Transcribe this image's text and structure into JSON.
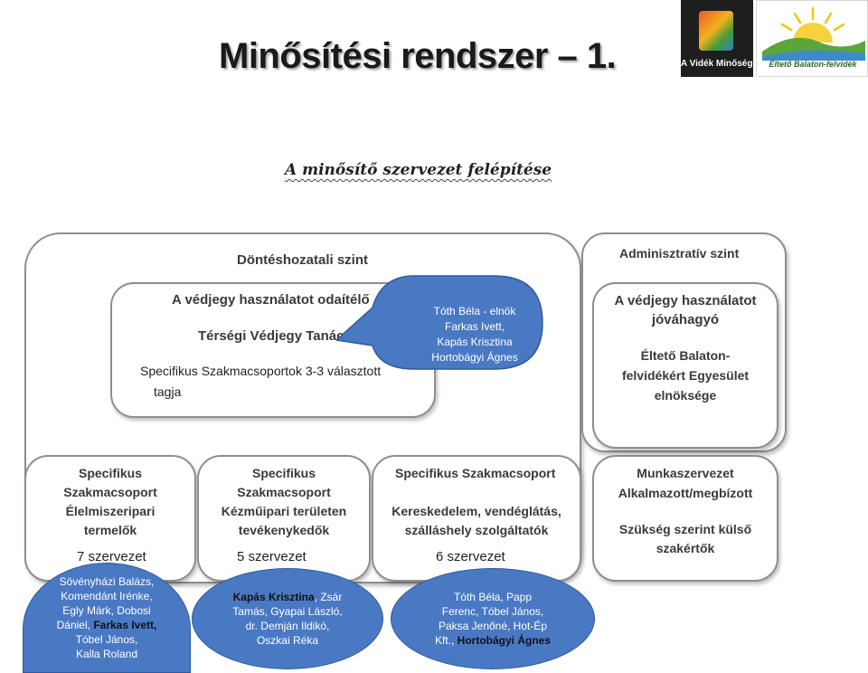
{
  "slide": {
    "title": "Minősítési rendszer – 1."
  },
  "logos": {
    "left_label": "A Vidék Minősége",
    "right_label": "Éltető Balaton-felvidék"
  },
  "diagram": {
    "title": "A minősítő szervezet felépítése",
    "decision_level": {
      "heading": "Döntéshozatali szint",
      "inner": {
        "line1": "A védjegy használatot odaítélő",
        "line2": "Térségi Védjegy Tanács",
        "line3": "Specifikus Szakmacsoportok 3-3 választott",
        "line4": "tagja"
      }
    },
    "admin_level": {
      "heading": "Adminisztratív szint",
      "inner": {
        "line1": "A védjegy használatot",
        "line2": "jóváhagyó",
        "line3": "Éltető Balaton-",
        "line4": "felvidékért Egyesület",
        "line5": "elnöksége"
      }
    },
    "callout": {
      "line1": "Tóth Béla - elnök",
      "line2": "Farkas Ivett,",
      "line3": "Kapás Krisztina",
      "line4": "Hortobágyi Ágnes"
    },
    "groups": [
      {
        "line1": "Specifikus",
        "line2": "Szakmacsoport",
        "line3": "Élelmiszeripari",
        "line4": "termelők",
        "count": "7 szervezet"
      },
      {
        "line1": "Specifikus",
        "line2": "Szakmacsoport",
        "line3": "Kézműipari területen",
        "line4": "tevékenykedők",
        "count": "5 szervezet"
      },
      {
        "line1": "Specifikus Szakmacsoport",
        "line2": "Kereskedelem, vendéglátás,",
        "line3": "szálláshely szolgáltatók",
        "count": "6 szervezet"
      }
    ],
    "workgroup": {
      "line1": "Munkaszervezet",
      "line2": "Alkalmazott/megbízott",
      "line3": "Szükség szerint külső",
      "line4": "szakértők"
    },
    "members": {
      "group1": {
        "l1": "Sövényházi Balázs,",
        "l2": "Komendánt Irénke,",
        "l3": "Egly Márk, Dobosi",
        "l4a": "Dániel, ",
        "l4b": "Farkas Ivett,",
        "l5": "Tóbel János,",
        "l6": "Kalla Roland"
      },
      "group2": {
        "l1a": "Kapás Krisztina",
        "l1b": ", Zsár",
        "l2": "Tamás,  Gyapai László,",
        "l3": "dr. Demján Ildikó,",
        "l4": "Oszkai Réka"
      },
      "group3": {
        "l1": "Tóth Béla, Papp",
        "l2": "Ferenc, Tóbel János,",
        "l3": "Paksa Jenőné, Hot-Ép",
        "l4a": "Kft., ",
        "l4b": "Hortobágyi Ágnes"
      }
    }
  }
}
